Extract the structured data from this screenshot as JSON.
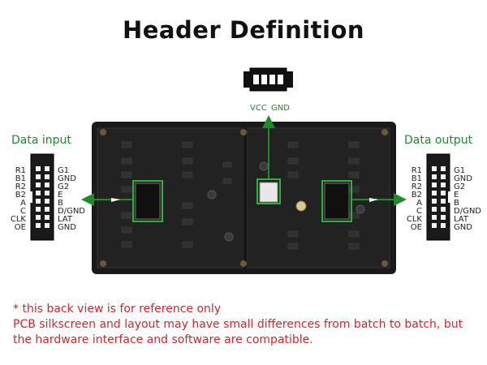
{
  "title": "Header Definition",
  "data_input": {
    "label": "Data input",
    "left_pins": [
      "R1",
      "B1",
      "R2",
      "B2",
      "A",
      "C",
      "CLK",
      "OE"
    ],
    "right_pins": [
      "G1",
      "GND",
      "G2",
      "E",
      "B",
      "D/GND",
      "LAT",
      "GND"
    ]
  },
  "data_output": {
    "label": "Data output",
    "left_pins": [
      "R1",
      "B1",
      "R2",
      "B2",
      "A",
      "C",
      "CLK",
      "OE"
    ],
    "right_pins": [
      "G1",
      "GND",
      "G2",
      "E",
      "B",
      "D/GND",
      "LAT",
      "GND"
    ]
  },
  "power": {
    "vcc": "VCC",
    "gnd": "GND"
  },
  "notes": [
    "* this back view is for reference only",
    "PCB silkscreen and layout may have small differences from batch to batch, but",
    "the hardware interface and software are compatible."
  ],
  "colors": {
    "accent": "#1f8a2a",
    "note": "#d6262b",
    "board": "#1a1a1a"
  }
}
